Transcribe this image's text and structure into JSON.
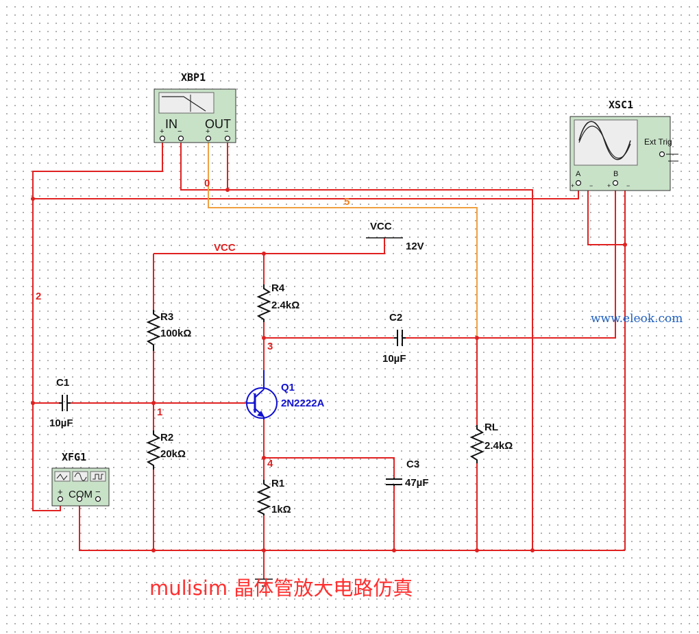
{
  "instruments": {
    "bode": {
      "ref": "XBP1",
      "in_label": "IN",
      "out_label": "OUT",
      "plus": "+",
      "minus": "−"
    },
    "scope": {
      "ref": "XSC1",
      "ext_trig": "Ext Trig",
      "ch_a": "A",
      "ch_b": "B",
      "plus": "+",
      "minus": "−"
    },
    "fgen": {
      "ref": "XFG1",
      "com_label": "COM",
      "plus": "+",
      "minus": "−"
    }
  },
  "components": {
    "C1": {
      "ref": "C1",
      "value": "10µF"
    },
    "C2": {
      "ref": "C2",
      "value": "10µF"
    },
    "C3": {
      "ref": "C3",
      "value": "47µF"
    },
    "R1": {
      "ref": "R1",
      "value": "1kΩ"
    },
    "R2": {
      "ref": "R2",
      "value": "20kΩ"
    },
    "R3": {
      "ref": "R3",
      "value": "100kΩ"
    },
    "R4": {
      "ref": "R4",
      "value": "2.4kΩ"
    },
    "RL": {
      "ref": "RL",
      "value": "2.4kΩ"
    },
    "Q1": {
      "ref": "Q1",
      "part": "2N2222A"
    },
    "VCC": {
      "ref": "VCC",
      "value": "12V"
    }
  },
  "nets": {
    "n0": "0",
    "n1": "1",
    "n2": "2",
    "n3": "3",
    "n4": "4",
    "n5": "5",
    "vcc": "VCC"
  },
  "watermark": "www.eleok.com",
  "caption": "mulisim 晶体管放大电路仿真",
  "colors": {
    "wire": "#e02020",
    "probe_wire": "#f0a040",
    "transistor": "#1010d0",
    "instrument": "#c8e2c8"
  }
}
